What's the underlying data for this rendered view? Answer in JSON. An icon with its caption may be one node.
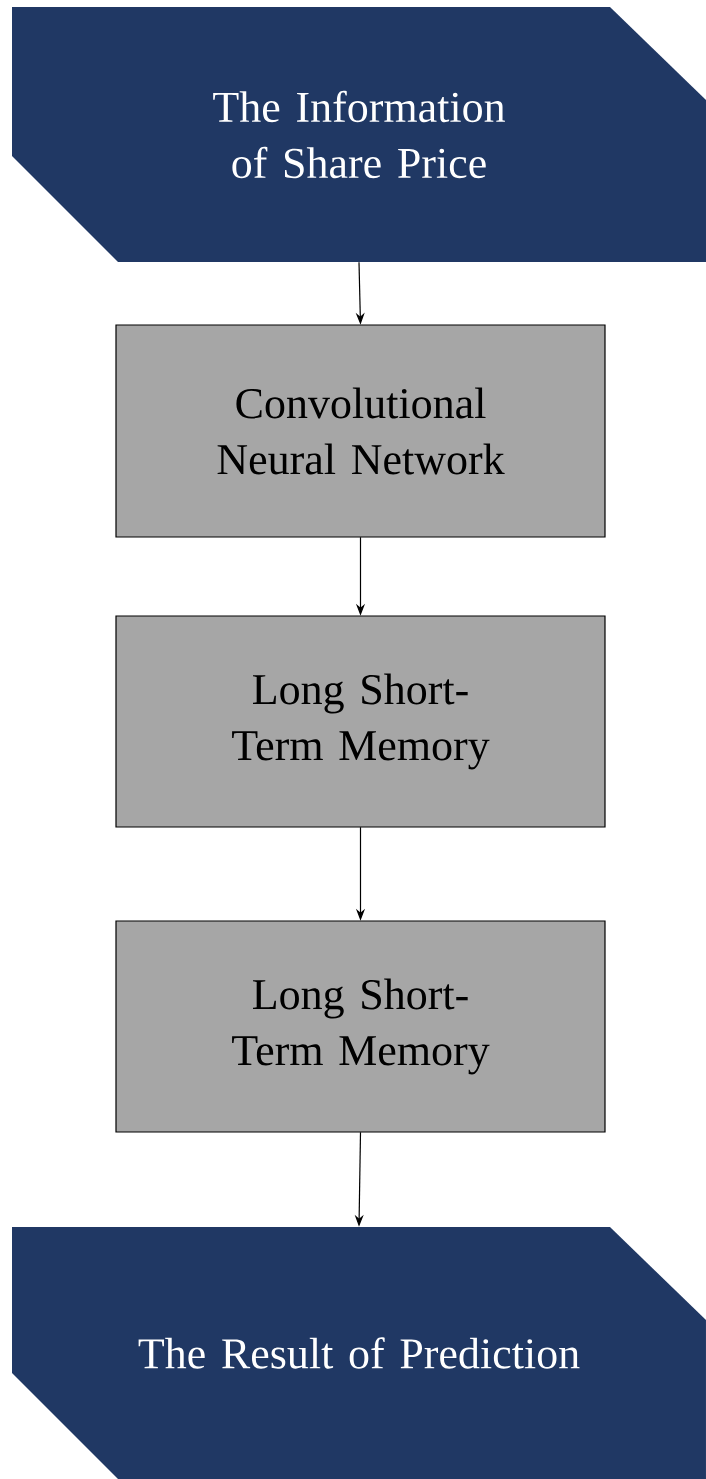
{
  "diagram": {
    "nodes": [
      {
        "text": [
          "The Information of Share Price"
        ]
      },
      {
        "text": [
          "Convolutional Neural Network"
        ]
      },
      {
        "text": [
          "Long Short-Term Memory"
        ]
      },
      {
        "text": [
          "Long Short-Term Memory"
        ]
      },
      {
        "text": [
          "The Result of Prediction"
        ]
      }
    ],
    "edges": [
      {
        "from": 0,
        "to": 1,
        "arrow": "to"
      },
      {
        "from": 1,
        "to": 2,
        "arrow": "to"
      },
      {
        "from": 2,
        "to": 3,
        "arrow": "to"
      },
      {
        "from": 3,
        "to": 4,
        "arrow": "to"
      }
    ]
  }
}
